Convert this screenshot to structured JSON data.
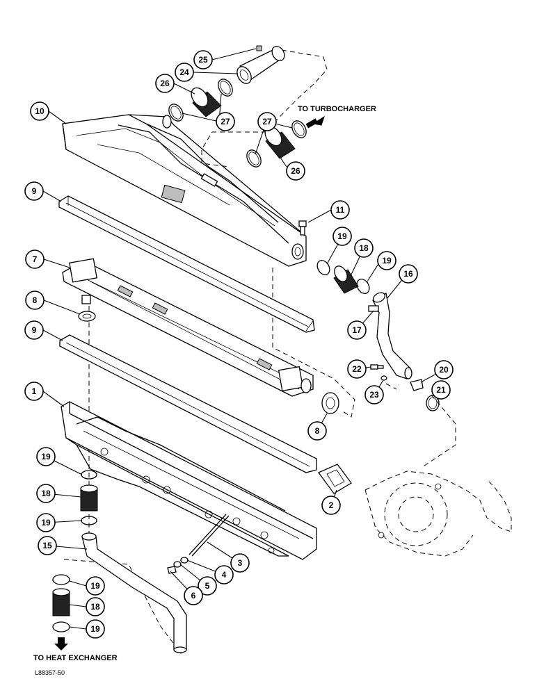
{
  "notes": {
    "to_turbocharger": "TO TURBOCHARGER",
    "to_heat_exchanger": "TO HEAT EXCHANGER",
    "figure_ref": "L88357-50"
  },
  "callouts": [
    {
      "id": "c25",
      "label": "25"
    },
    {
      "id": "c24",
      "label": "24"
    },
    {
      "id": "c26a",
      "label": "26"
    },
    {
      "id": "c27a",
      "label": "27"
    },
    {
      "id": "c10",
      "label": "10"
    },
    {
      "id": "c27b",
      "label": "27"
    },
    {
      "id": "c26b",
      "label": "26"
    },
    {
      "id": "c9a",
      "label": "9"
    },
    {
      "id": "c11",
      "label": "11"
    },
    {
      "id": "c7",
      "label": "7"
    },
    {
      "id": "c19a",
      "label": "19"
    },
    {
      "id": "c18a",
      "label": "18"
    },
    {
      "id": "c19b",
      "label": "19"
    },
    {
      "id": "c16",
      "label": "16"
    },
    {
      "id": "c8a",
      "label": "8"
    },
    {
      "id": "c17",
      "label": "17"
    },
    {
      "id": "c9b",
      "label": "9"
    },
    {
      "id": "c22",
      "label": "22"
    },
    {
      "id": "c20",
      "label": "20"
    },
    {
      "id": "c23",
      "label": "23"
    },
    {
      "id": "c21",
      "label": "21"
    },
    {
      "id": "c1",
      "label": "1"
    },
    {
      "id": "c8b",
      "label": "8"
    },
    {
      "id": "c19c",
      "label": "19"
    },
    {
      "id": "c2",
      "label": "2"
    },
    {
      "id": "c18b",
      "label": "18"
    },
    {
      "id": "c19d",
      "label": "19"
    },
    {
      "id": "c15",
      "label": "15"
    },
    {
      "id": "c3",
      "label": "3"
    },
    {
      "id": "c4",
      "label": "4"
    },
    {
      "id": "c5",
      "label": "5"
    },
    {
      "id": "c6",
      "label": "6"
    },
    {
      "id": "c19e",
      "label": "19"
    },
    {
      "id": "c18c",
      "label": "18"
    },
    {
      "id": "c19f",
      "label": "19"
    }
  ]
}
